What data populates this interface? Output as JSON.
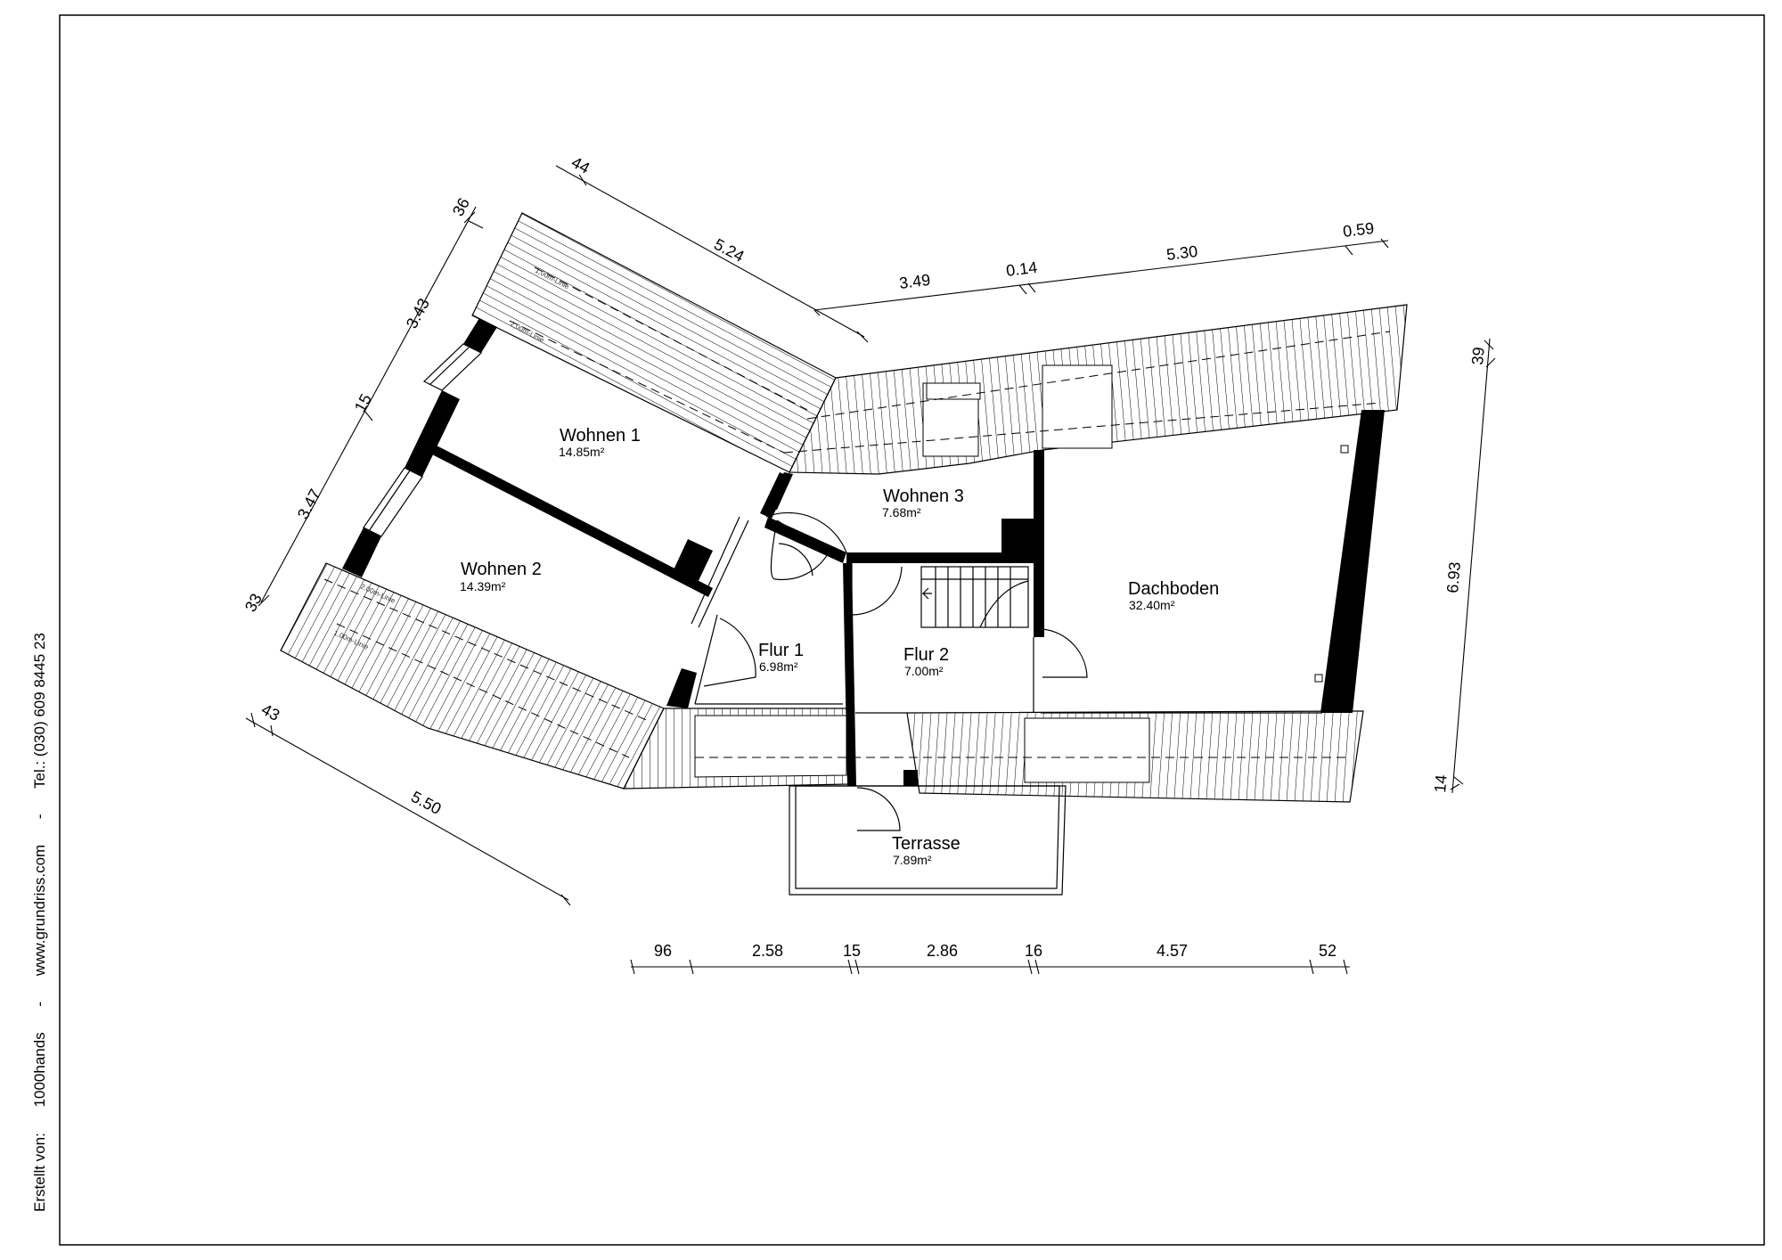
{
  "rooms": [
    {
      "name": "Wohnen 1",
      "area": "14.85m²"
    },
    {
      "name": "Wohnen 2",
      "area": "14.39m²"
    },
    {
      "name": "Wohnen 3",
      "area": "7.68m²"
    },
    {
      "name": "Flur 1",
      "area": "6.98m²"
    },
    {
      "name": "Flur 2",
      "area": "7.00m²"
    },
    {
      "name": "Dachboden",
      "area": "32.40m²"
    },
    {
      "name": "Terrasse",
      "area": "7.89m²"
    }
  ],
  "dimensions": {
    "left": [
      "36",
      "3.43",
      "15",
      "3.47",
      "33"
    ],
    "upper_left": [
      "44",
      "5.24"
    ],
    "top": [
      "3.49",
      "0.14",
      "5.30",
      "0.59"
    ],
    "right": [
      "39",
      "6.93",
      "14"
    ],
    "lower_left": [
      "43",
      "5.50"
    ],
    "bottom": [
      "96",
      "2.58",
      "15",
      "2.86",
      "16",
      "4.57",
      "52"
    ]
  },
  "roof_notes": [
    "1,00m-Linie",
    "2,00m-Linie",
    "2,00m-Linie",
    "1,00m-Linie"
  ],
  "footer": {
    "created_by_label": "Erstellt von:",
    "company": "1000hands",
    "website": "www.grundriss.com",
    "phone": "Tel.: (030) 609 8445 23",
    "separator": "-"
  }
}
